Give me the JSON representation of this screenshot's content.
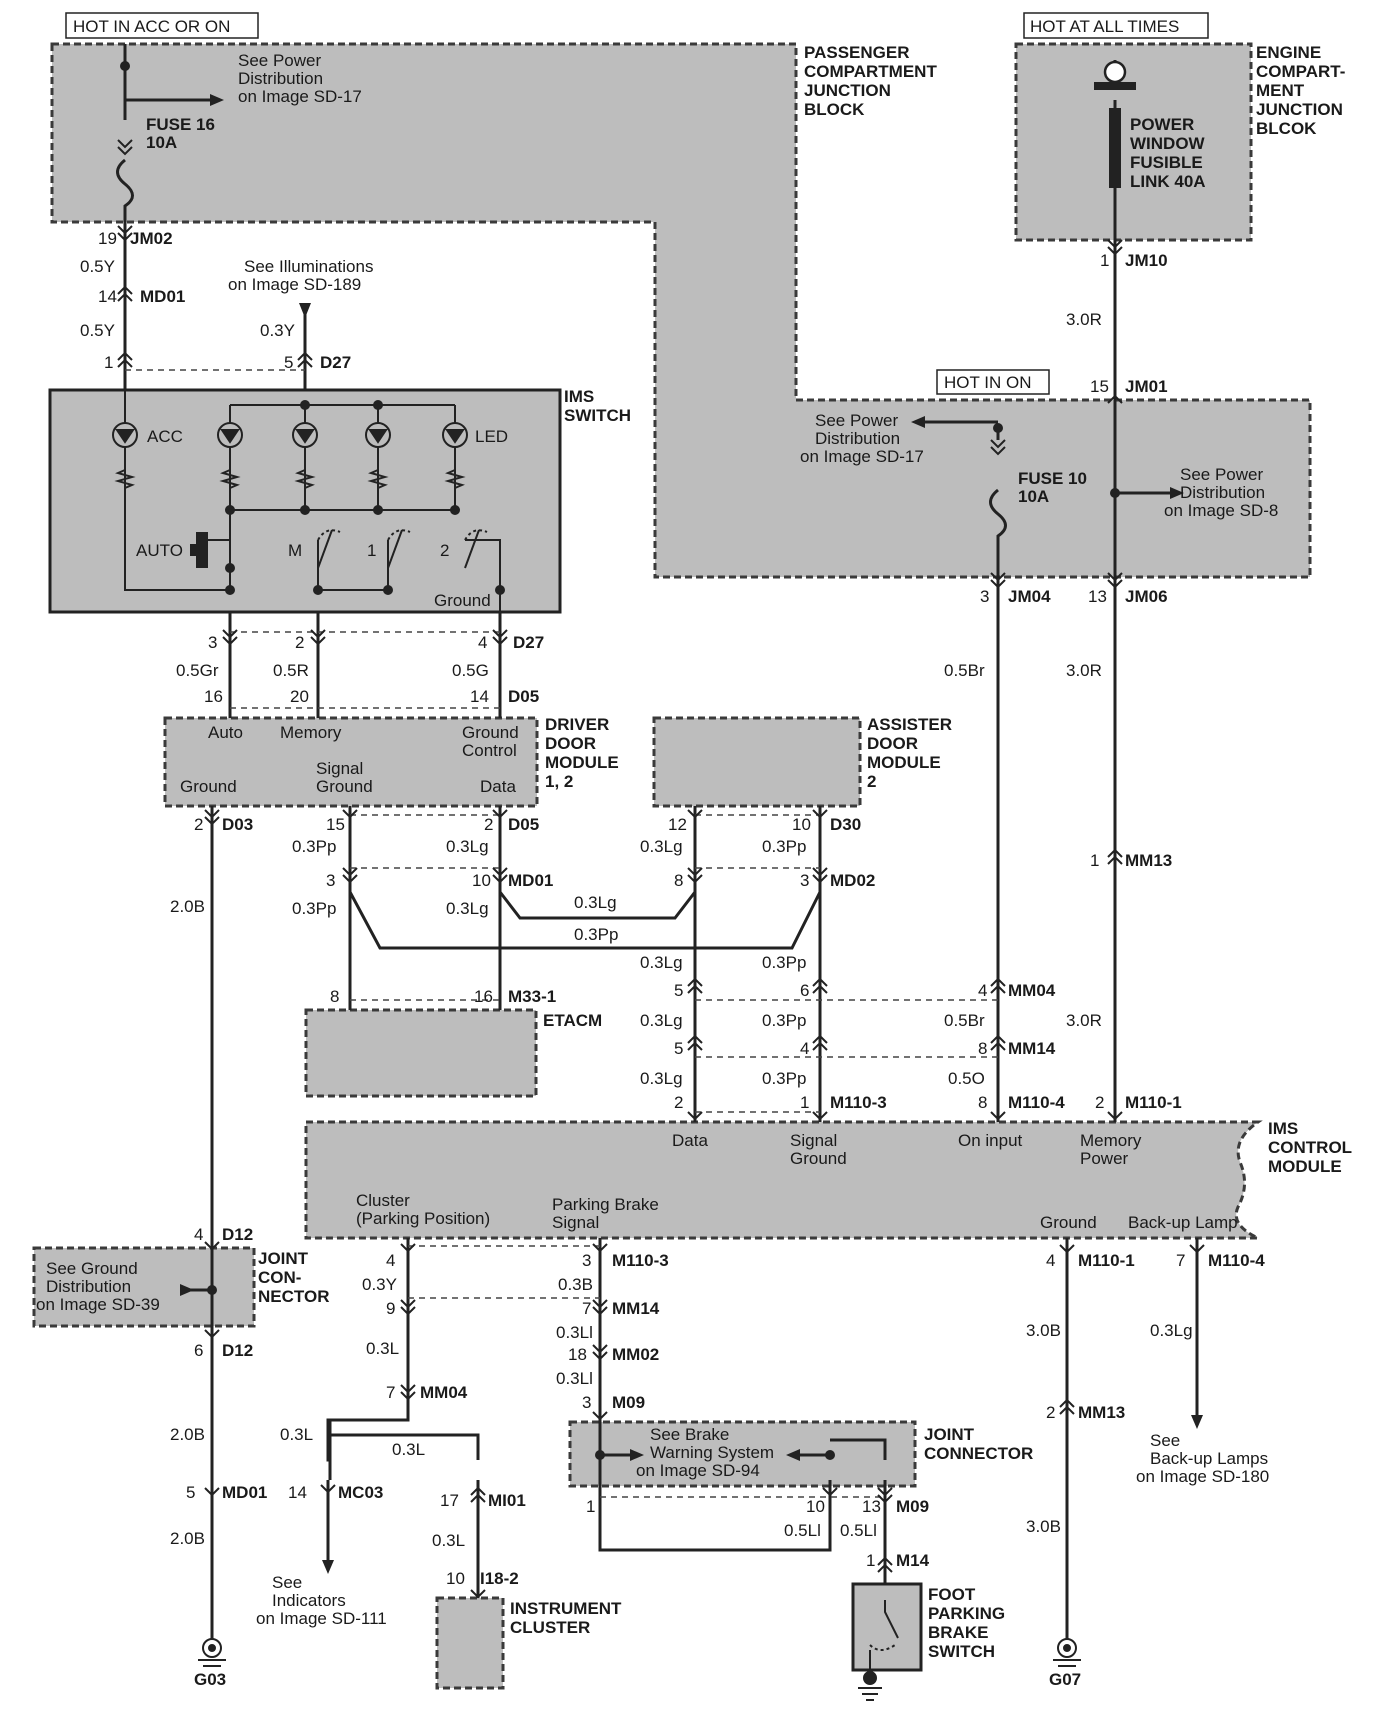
{
  "headers": {
    "hot_acc_on": "HOT IN ACC OR ON",
    "hot_all_times": "HOT AT ALL TIMES",
    "hot_in_on": "HOT IN ON"
  },
  "blocks": {
    "passenger_junction": "PASSENGER COMPARTMENT JUNCTION BLOCK",
    "engine_junction": "ENGINE COMPART- MENT JUNCTION BLCOK",
    "ims_switch": "IMS SWITCH",
    "driver_door": "DRIVER DOOR MODULE 1, 2",
    "assister_door": "ASSISTER DOOR MODULE 2",
    "etacm": "ETACM",
    "ims_control": "IMS CONTROL MODULE",
    "joint_connector_left": "JOINT CON- NECTOR",
    "joint_connector_mid": "JOINT CONNECTOR",
    "instrument_cluster": "INSTRUMENT CLUSTER",
    "foot_brake_switch": "FOOT PARKING BRAKE SWITCH"
  },
  "fuses": {
    "fuse16_name": "FUSE 16",
    "fuse16_rating": "10A",
    "fuse10_name": "FUSE 10",
    "fuse10_rating": "10A",
    "fusible_link": "POWER WINDOW FUSIBLE LINK 40A"
  },
  "references": {
    "power_sd17_top": "See Power Distribution on Image SD-17",
    "illuminations": "See Illuminations on Image SD-189",
    "power_sd17_mid": "See Power Distribution on Image SD-17",
    "power_sd8": "See Power Distribution on Image SD-8",
    "ground_sd39": "See Ground Distribution on Image SD-39",
    "brake_warning": "See Brake Warning System on Image SD-94",
    "indicators": "See Indicators on Image SD-111",
    "backup_lamps": "See Back-up Lamps on Image SD-180"
  },
  "switch_labels": {
    "acc": "ACC",
    "led": "LED",
    "auto": "AUTO",
    "m": "M",
    "one": "1",
    "two": "2",
    "ground": "Ground"
  },
  "pin_labels": {
    "auto": "Auto",
    "memory": "Memory",
    "ground_control": "Ground Control",
    "ground": "Ground",
    "signal_ground": "Signal Ground",
    "data": "Data",
    "cm_data": "Data",
    "cm_signal_ground": "Signal Ground",
    "cm_on_input": "On input",
    "cm_memory_power": "Memory Power",
    "cm_cluster": "Cluster (Parking Position)",
    "cm_parking_brake": "Parking Brake Signal",
    "cm_ground": "Ground",
    "cm_backup": "Back-up Lamp"
  },
  "connectors": {
    "JM02": "JM02",
    "MD01": "MD01",
    "D27": "D27",
    "D05": "D05",
    "D03": "D03",
    "D30": "D30",
    "MD02": "MD02",
    "M33_1": "M33-1",
    "JM10": "JM10",
    "JM01": "JM01",
    "JM04": "JM04",
    "JM06": "JM06",
    "MM13": "MM13",
    "MM04": "MM04",
    "MM14": "MM14",
    "M110_3": "M110-3",
    "M110_4": "M110-4",
    "M110_1": "M110-1",
    "D12": "D12",
    "MM02": "MM02",
    "M09": "M09",
    "MC03": "MC03",
    "MI01": "MI01",
    "I18_2": "I18-2",
    "M14": "M14"
  },
  "grounds": {
    "g03": "G03",
    "g07": "G07"
  },
  "wires": {
    "w05Y": "0.5Y",
    "w03Y": "0.3Y",
    "w05Gr": "0.5Gr",
    "w05R": "0.5R",
    "w05G": "0.5G",
    "w20B": "2.0B",
    "w03Pp": "0.3Pp",
    "w03Lg": "0.3Lg",
    "w30R": "3.0R",
    "w05Br": "0.5Br",
    "w05O": "0.5O",
    "w03B": "0.3B",
    "w03Ll": "0.3Ll",
    "w03L": "0.3L",
    "w30B": "3.0B",
    "w05Ll": "0.5Ll"
  },
  "pins": {
    "p19": "19",
    "p14": "14",
    "p1": "1",
    "p5": "5",
    "p3": "3",
    "p2": "2",
    "p4": "4",
    "p16": "16",
    "p20": "20",
    "p15": "15",
    "p12": "12",
    "p10": "10",
    "p8": "8",
    "p6": "6",
    "p13": "13",
    "p7": "7",
    "p9": "9",
    "p18": "18",
    "p17": "17"
  }
}
